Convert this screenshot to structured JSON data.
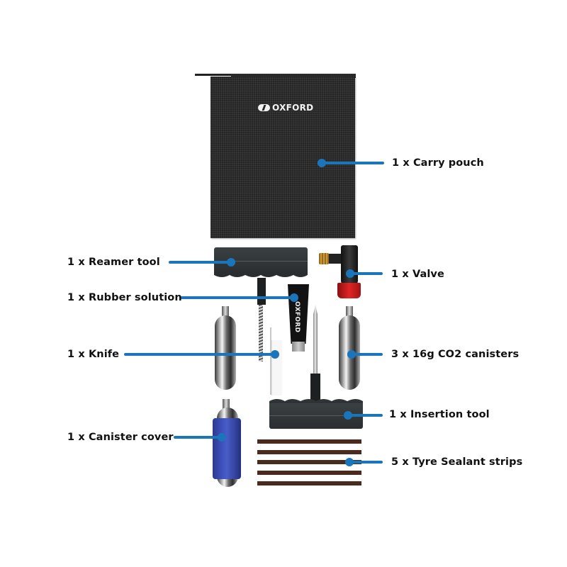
{
  "product": {
    "brand": "OXFORD",
    "tube_brand": "OXFORD"
  },
  "callouts": [
    {
      "id": "carry-pouch",
      "label": "1 x Carry pouch"
    },
    {
      "id": "reamer-tool",
      "label": "1 x Reamer tool"
    },
    {
      "id": "valve",
      "label": "1 x Valve"
    },
    {
      "id": "rubber-solution",
      "label": "1 x Rubber solution"
    },
    {
      "id": "knife",
      "label": "1 x Knife"
    },
    {
      "id": "co2-canisters",
      "label": "3 x 16g CO2 canisters"
    },
    {
      "id": "insertion-tool",
      "label": "1 x Insertion tool"
    },
    {
      "id": "canister-cover",
      "label": "1 x Canister cover"
    },
    {
      "id": "sealant-strips",
      "label": "5 x Tyre Sealant strips"
    }
  ],
  "colors": {
    "callout_blue": "#1b75bb",
    "label_text": "#111111",
    "pouch": "#262626",
    "valve_red": "#d61f1f",
    "cover_blue": "#3a4db5",
    "strip_brown": "#4a2a1c"
  }
}
